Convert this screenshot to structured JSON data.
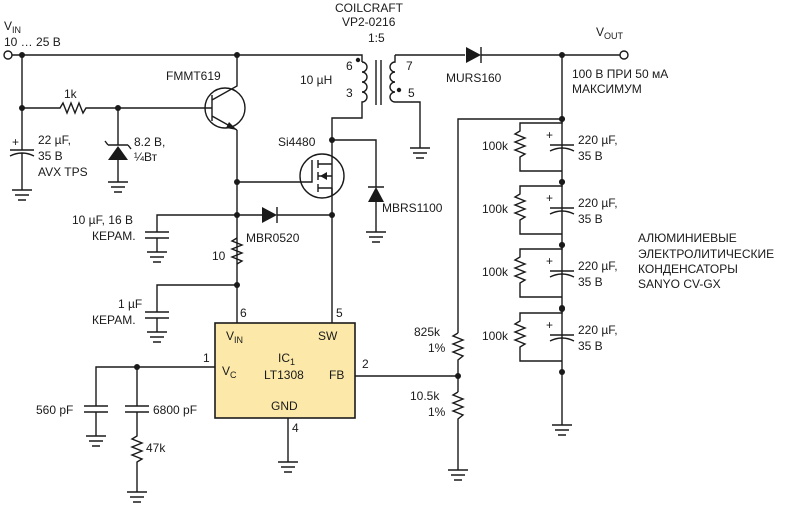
{
  "vin": {
    "label": "V",
    "sub": "IN",
    "range": "10 … 25 В"
  },
  "vout": {
    "label": "V",
    "sub": "OUT",
    "spec1": "100 В ПРИ 50 мА",
    "spec2": "МАКСИМУМ"
  },
  "transformer": {
    "maker": "COILCRAFT",
    "model": "VP2-0216",
    "ratio": "1:5",
    "inductance": "10 µH",
    "pin6": "6",
    "pin3": "3",
    "pin7": "7",
    "pin5": "5"
  },
  "q1": "FMMT619",
  "q2": "Si4480",
  "r_base": "1k",
  "c_in": {
    "value": "22 µF,",
    "voltage": "35 В",
    "type": "AVX TPS"
  },
  "zener": {
    "voltage": "8.2 В,",
    "power": "¼Вт"
  },
  "c_10u": {
    "value": "10 µF, 16 В",
    "type": "КЕРАМ."
  },
  "d_mbr0520": "MBR0520",
  "r_10": "10",
  "c_1u": {
    "value": "1 µF",
    "type": "КЕРАМ."
  },
  "d_mbrs1100": "MBRS1100",
  "d_murs160": "MURS160",
  "ic": {
    "vin": "V",
    "vin_sub": "IN",
    "sw": "SW",
    "vc": "V",
    "vc_sub": "C",
    "name": "IC",
    "name_sub": "1",
    "part": "LT1308",
    "fb": "FB",
    "gnd": "GND",
    "pin6": "6",
    "pin5": "5",
    "pin1": "1",
    "pin2": "2",
    "pin4": "4"
  },
  "c_560p": "560 pF",
  "c_6800p": "6800 pF",
  "r_47k": "47k",
  "r_825k": {
    "value": "825k",
    "tol": "1%"
  },
  "r_10_5k": {
    "value": "10.5k",
    "tol": "1%"
  },
  "bank": [
    {
      "r": "100k",
      "c": "220 µF,",
      "v": "35 В"
    },
    {
      "r": "100k",
      "c": "220 µF,",
      "v": "35 В"
    },
    {
      "r": "100k",
      "c": "220 µF,",
      "v": "35 В"
    },
    {
      "r": "100k",
      "c": "220 µF,",
      "v": "35 В"
    }
  ],
  "note": [
    "АЛЮМИНИЕВЫЕ",
    "ЭЛЕКТРОЛИТИЧЕСКИЕ",
    "КОНДЕНСАТОРЫ",
    "SANYO CV-GX"
  ]
}
